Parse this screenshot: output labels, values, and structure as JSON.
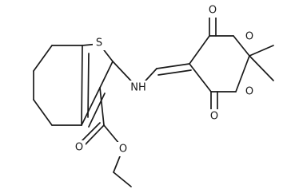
{
  "structure": {
    "atom_labels": {
      "sulfur": "S",
      "amine": "NH",
      "ester_carbonyl_oxygen": "O",
      "ester_ether_oxygen": "O",
      "dioxane_ring_oxygen_top": "O",
      "dioxane_ring_oxygen_bottom": "O",
      "dioxane_carbonyl_oxygen_top": "O",
      "dioxane_carbonyl_oxygen_bottom": "O"
    }
  }
}
